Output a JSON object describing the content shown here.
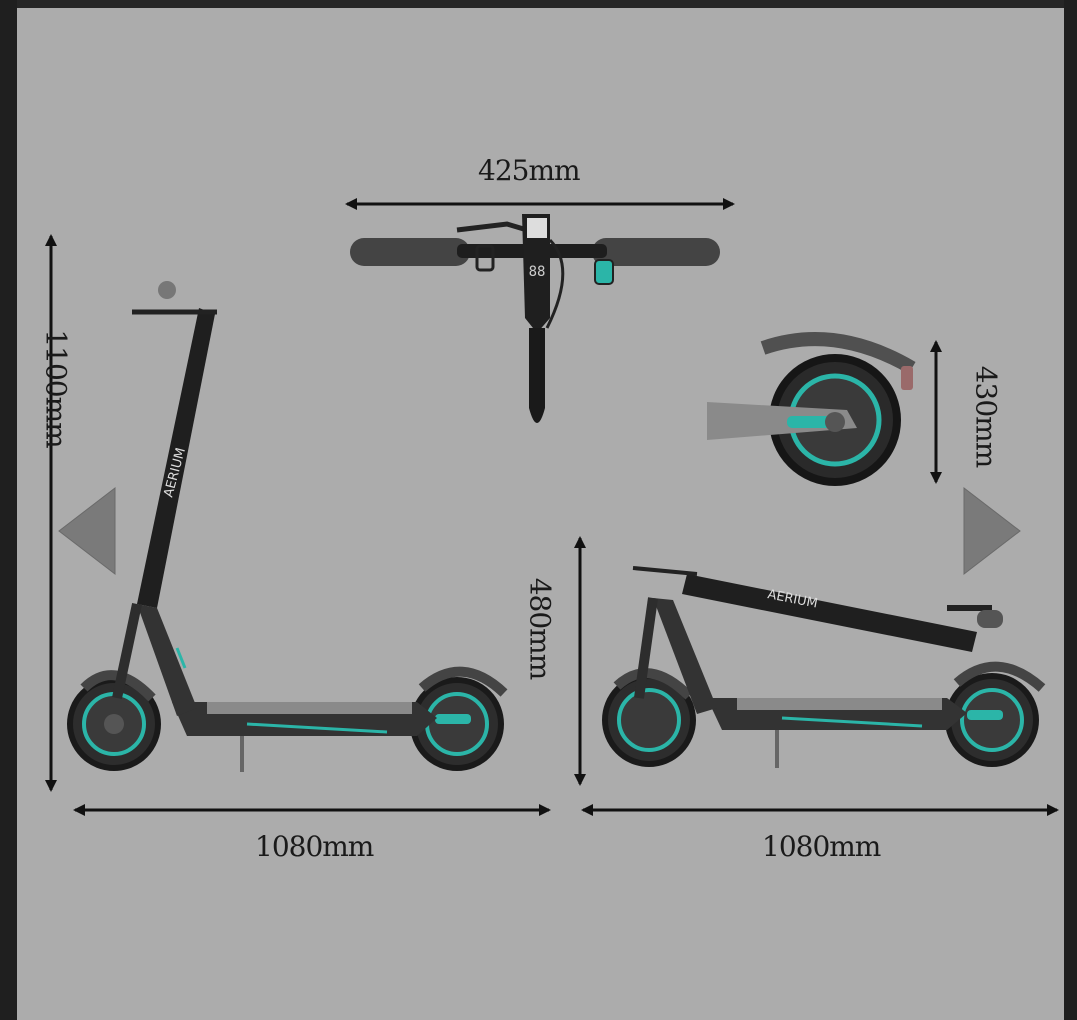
{
  "dimensions": {
    "handlebar_width": "425mm",
    "height": "1100mm",
    "length_unfolded": "1080mm",
    "length_folded": "1080mm",
    "folded_height": "480mm",
    "wheel_diameter": "430mm"
  },
  "branding": {
    "brand_stem": "AERIUM",
    "brand_folded": "AERIUM"
  },
  "navigation": {
    "prev_icon": "chevron-left-icon",
    "next_icon": "chevron-right-icon"
  },
  "colors": {
    "background": "#acacac",
    "frame": "#1f1f1f",
    "accent": "#2bb5a8",
    "scooter_body": "#2a2a2a",
    "deck": "#8a8a8a"
  }
}
